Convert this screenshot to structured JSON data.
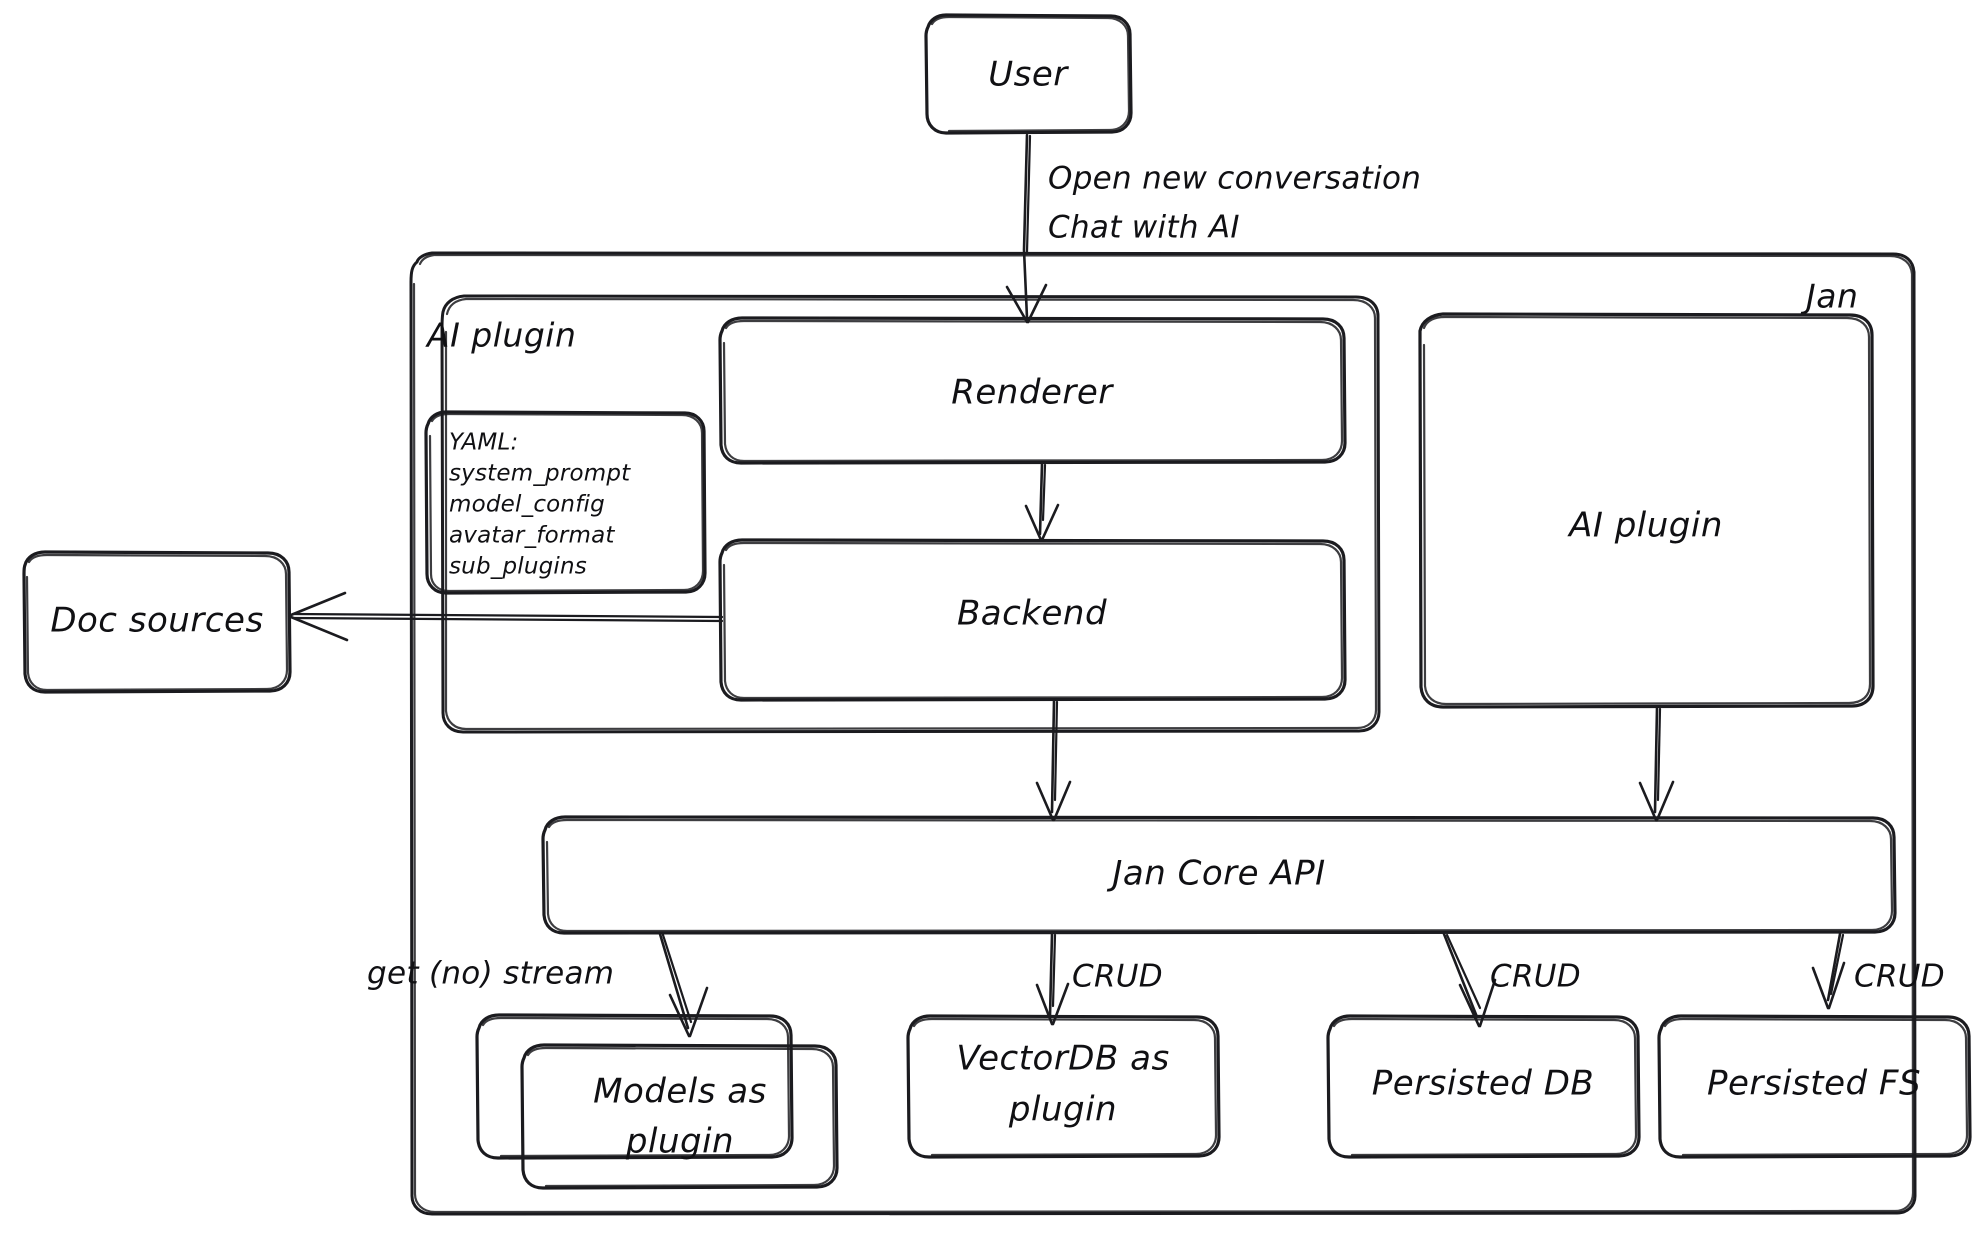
{
  "diagram": {
    "title": "Jan architecture sketch",
    "style": "hand-drawn",
    "stroke_color": "#1b1b1f",
    "background_color": "#ffffff",
    "nodes": {
      "user": {
        "label": "User"
      },
      "jan_container": {
        "label": "Jan"
      },
      "ai_plugin_group": {
        "label": "AI plugin"
      },
      "yaml_note": {
        "lines": [
          "YAML:",
          "system_prompt",
          "model_config",
          "avatar_format",
          "sub_plugins"
        ]
      },
      "renderer": {
        "label": "Renderer"
      },
      "backend": {
        "label": "Backend"
      },
      "ai_plugin_box": {
        "label": "AI plugin"
      },
      "doc_sources": {
        "label": "Doc sources"
      },
      "jan_core_api": {
        "label": "Jan Core API"
      },
      "models_plugin": {
        "label_line1": "Models as",
        "label_line2": "plugin"
      },
      "vectordb_plugin": {
        "label_line1": "VectorDB as",
        "label_line2": "plugin"
      },
      "persisted_db": {
        "label": "Persisted DB"
      },
      "persisted_fs": {
        "label": "Persisted FS"
      }
    },
    "edge_labels": {
      "user_to_renderer_line1": "Open new conversation",
      "user_to_renderer_line2": "Chat with AI",
      "core_to_models": "get (no) stream",
      "core_to_vectordb": "CRUD",
      "core_to_persisted_db": "CRUD",
      "core_to_persisted_fs": "CRUD"
    }
  }
}
